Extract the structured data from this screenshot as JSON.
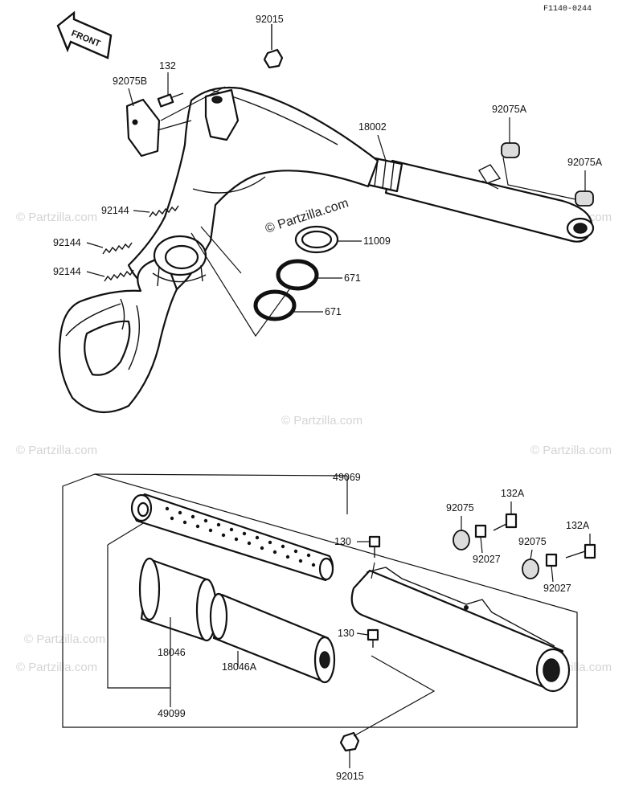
{
  "diagram": {
    "reference_code": "F1140-0244",
    "front_label": "FRONT",
    "watermark_text": "© Partzilla.com",
    "center_watermark_text": "© Partzilla.com",
    "callouts": {
      "c92015_top": "92015",
      "c132": "132",
      "c92075B": "92075B",
      "c18002": "18002",
      "c92075A_1": "92075A",
      "c92075A_2": "92075A",
      "c92144_1": "92144",
      "c92144_2": "92144",
      "c92144_3": "92144",
      "c11009": "11009",
      "c671_1": "671",
      "c671_2": "671",
      "c49069": "49069",
      "c92075_1": "92075",
      "c132A_1": "132A",
      "c130_1": "130",
      "c92027_1": "92027",
      "c92075_2": "92075",
      "c132A_2": "132A",
      "c92027_2": "92027",
      "c130_2": "130",
      "c18046": "18046",
      "c18046A": "18046A",
      "c49099": "49099",
      "c92015_bottom": "92015"
    }
  }
}
